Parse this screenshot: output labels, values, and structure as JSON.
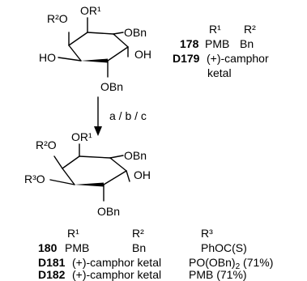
{
  "molecule_top": {
    "labels": {
      "r2o": "R²O",
      "or1": "OR¹",
      "obn_right": "OBn",
      "ho_left": "HO",
      "oh_right": "OH",
      "obn_bottom": "OBn"
    }
  },
  "molecule_bottom": {
    "labels": {
      "r2o": "R²O",
      "or1": "OR¹",
      "obn_right": "OBn",
      "r3o": "R³O",
      "oh_right": "OH",
      "obn_bottom": "OBn"
    }
  },
  "arrow": {
    "conditions": "a / b / c"
  },
  "table_top": {
    "headers": {
      "r1": "R¹",
      "r2": "R²"
    },
    "rows": [
      {
        "id": "178",
        "r1": "PMB",
        "r2": "Bn"
      },
      {
        "id": "D179",
        "r1": "(+)-camphor",
        "r1_line2": "ketal"
      }
    ]
  },
  "table_bottom": {
    "headers": {
      "r1": "R¹",
      "r2": "R²",
      "r3": "R³"
    },
    "rows": [
      {
        "id": "180",
        "r1": "PMB",
        "r2": "Bn",
        "r3": "PhOC(S)"
      },
      {
        "id": "D181",
        "r1": "(+)-camphor ketal",
        "r3_pre": "PO(OBn)",
        "r3_sub": "2",
        "r3_post": " (71%)"
      },
      {
        "id": "D182",
        "r1": "(+)-camphor ketal",
        "r3": "PMB (71%)"
      }
    ]
  }
}
